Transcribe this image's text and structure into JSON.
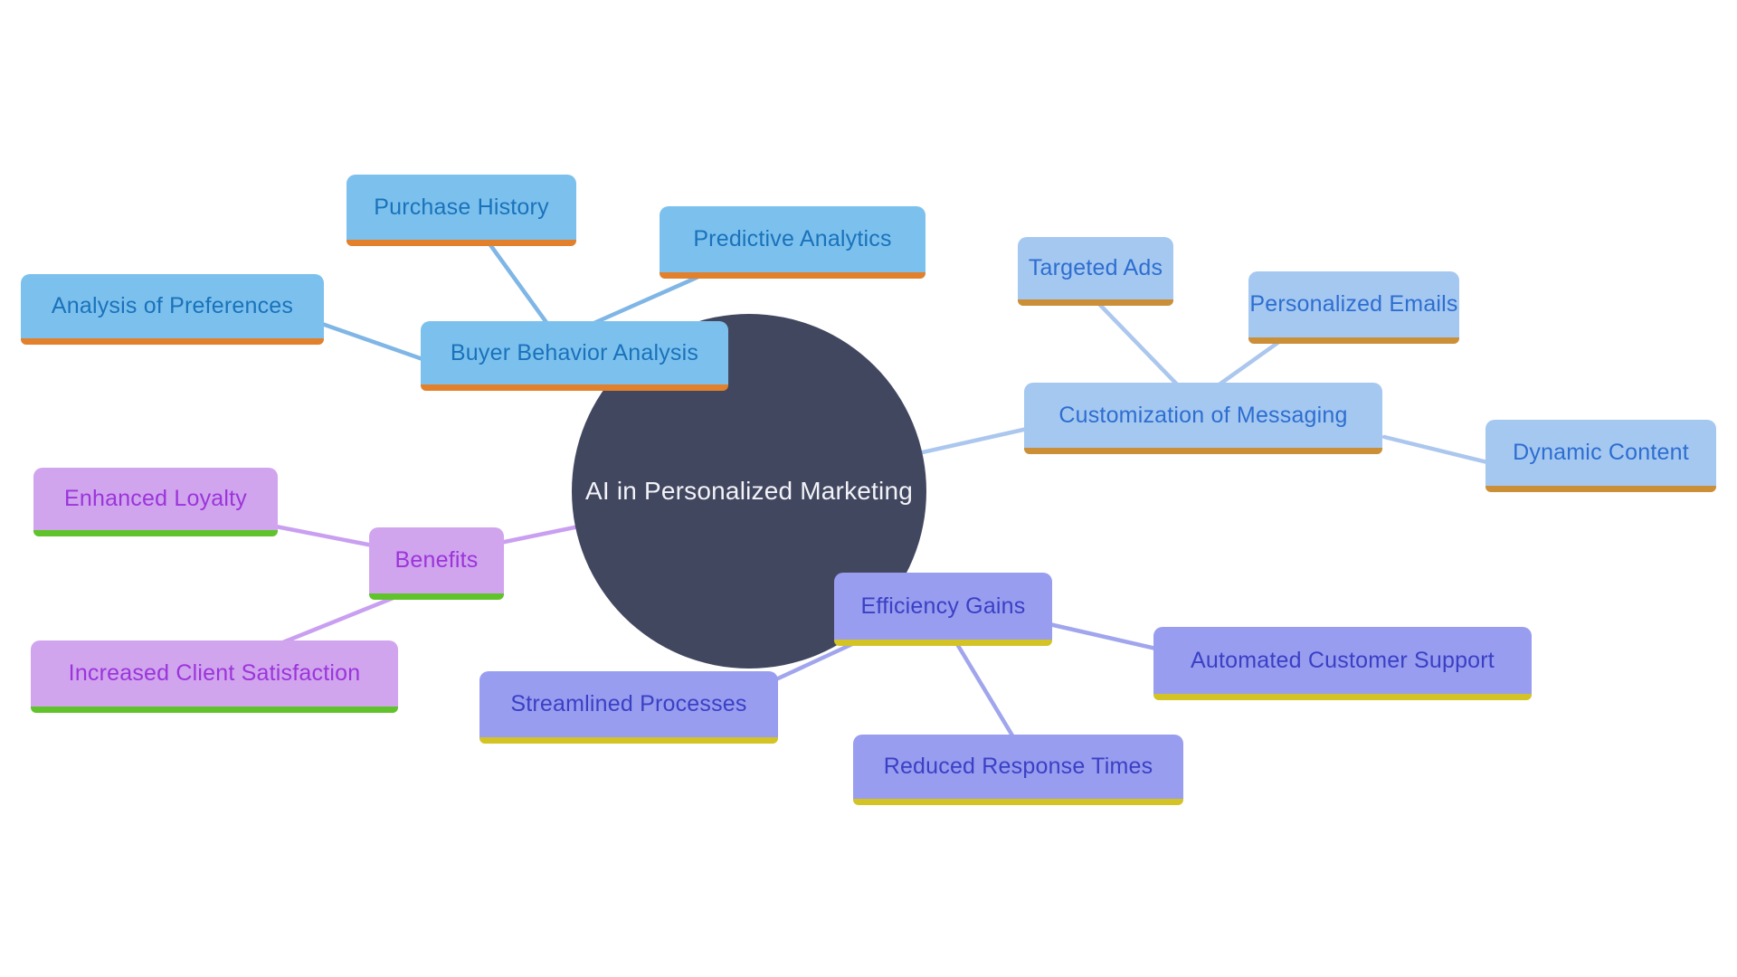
{
  "title": "AI in Personalized Marketing",
  "diagram_type": "mind-map",
  "colors": {
    "background": "#ffffff",
    "center_fill": "#424760",
    "center_text": "#f2f3f7",
    "branch_buyer_behavior": {
      "fill": "#7cc1ee",
      "underline": "#e2802c",
      "text": "#1a72ba",
      "link": "#7fb6e6"
    },
    "branch_customization": {
      "fill": "#a5c8f1",
      "underline": "#cb8f38",
      "text": "#2d6ed0",
      "link": "#abc7ee"
    },
    "branch_benefits": {
      "fill": "#d1a4ee",
      "underline": "#61c32b",
      "text": "#9b35da",
      "link": "#c99ff1"
    },
    "branch_efficiency": {
      "fill": "#989df0",
      "underline": "#d3c325",
      "text": "#3a40c4",
      "link": "#a0a5ed"
    }
  },
  "mindmap": {
    "center": {
      "label": "AI in Personalized Marketing"
    },
    "branches": [
      {
        "id": "buyer-behavior-analysis",
        "parent": {
          "label": "Buyer Behavior Analysis"
        },
        "children": [
          {
            "label": "Purchase History"
          },
          {
            "label": "Analysis of Preferences"
          },
          {
            "label": "Predictive Analytics"
          }
        ]
      },
      {
        "id": "customization-of-messaging",
        "parent": {
          "label": "Customization of Messaging"
        },
        "children": [
          {
            "label": "Targeted Ads"
          },
          {
            "label": "Personalized Emails"
          },
          {
            "label": "Dynamic Content"
          }
        ]
      },
      {
        "id": "benefits",
        "parent": {
          "label": "Benefits"
        },
        "children": [
          {
            "label": "Enhanced Loyalty"
          },
          {
            "label": "Increased Client Satisfaction"
          }
        ]
      },
      {
        "id": "efficiency-gains",
        "parent": {
          "label": "Efficiency Gains"
        },
        "children": [
          {
            "label": "Automated Customer Support"
          },
          {
            "label": "Streamlined Processes"
          },
          {
            "label": "Reduced Response Times"
          }
        ]
      }
    ]
  }
}
